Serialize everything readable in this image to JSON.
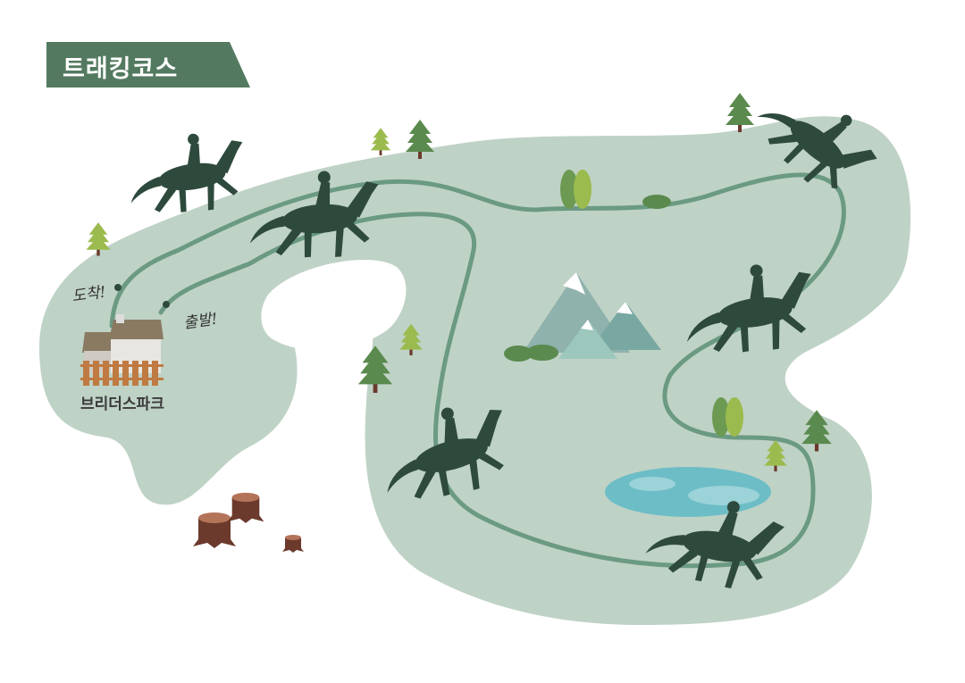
{
  "title": "트래킹코스",
  "labels": {
    "arrival": "도착!",
    "departure": "출발!",
    "park_name": "브리더스파크"
  },
  "colors": {
    "land": "#bfd2c6",
    "trail": "#6b9a82",
    "horse": "#2e4a3d",
    "banner": "#537a60",
    "lake": "#6dbdc6",
    "tree_dark": "#5a8a4e",
    "tree_light": "#9bbb4e",
    "stump": "#6b3a2c"
  },
  "icons": [
    "horse-rider-icon",
    "pine-tree-icon",
    "mountain-icon",
    "lake-icon",
    "house-icon",
    "stump-icon",
    "bush-icon"
  ]
}
